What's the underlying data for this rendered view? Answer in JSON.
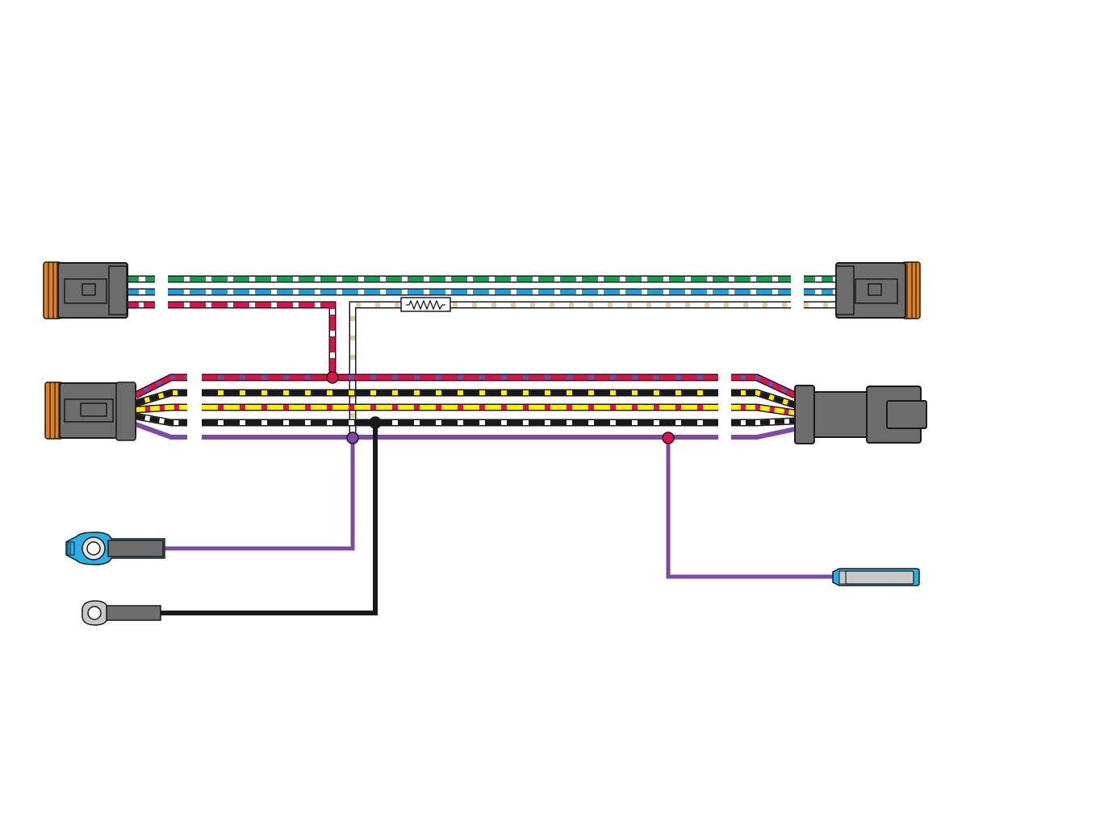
{
  "colors": {
    "outline": "#1a1a1a",
    "connector_body": "#6d6d6d",
    "seal_orange": "#e0801e",
    "green": "#10a050",
    "blue": "#1aa0e0",
    "red": "#e0104a",
    "black": "#1a1a1a",
    "yellow": "#fff000",
    "purple": "#7e4aa8",
    "tan": "#e3c8a0",
    "white": "#ffffff",
    "terminal_blue": "#29aee6",
    "terminal_gray": "#c8c8c8"
  },
  "harness": {
    "top_run_wires": [
      "green-white",
      "blue-white",
      "red-white"
    ],
    "lower_bundle_wires": [
      "red-purple",
      "black-yellow",
      "yellow-red",
      "black-white",
      "purple"
    ],
    "splices": [
      "red",
      "purple",
      "black",
      "red"
    ],
    "inline_component": "resistor",
    "terminals": [
      "ring-terminal-insulated",
      "ring-terminal-bare",
      "bullet-terminal"
    ]
  }
}
